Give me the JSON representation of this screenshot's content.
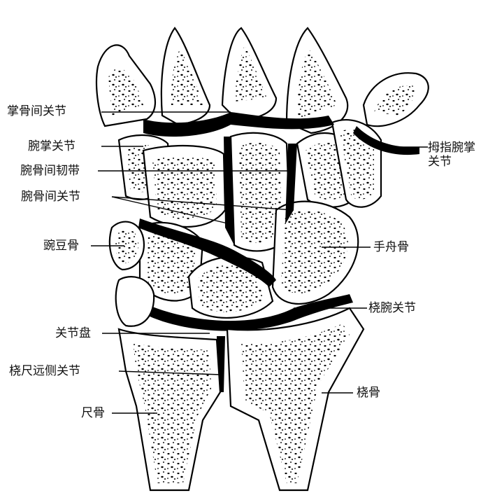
{
  "labels": {
    "metacarpal_joints": "掌骨间关节",
    "carpometacarpal_joint": "腕掌关节",
    "intercarpal_ligament": "腕骨间韧带",
    "midcarpal_joint": "腕骨间关节",
    "pisiform": "豌豆骨",
    "articular_disc": "关节盘",
    "distal_radioulnar_joint": "桡尺远侧关节",
    "ulna": "尺骨",
    "thumb_cmc_joint": "拇指腕掌关节",
    "scaphoid": "手舟骨",
    "radiocarpal_joint": "桡腕关节",
    "radius": "桡骨"
  },
  "colors": {
    "ink": "#000000",
    "paper": "#ffffff"
  }
}
